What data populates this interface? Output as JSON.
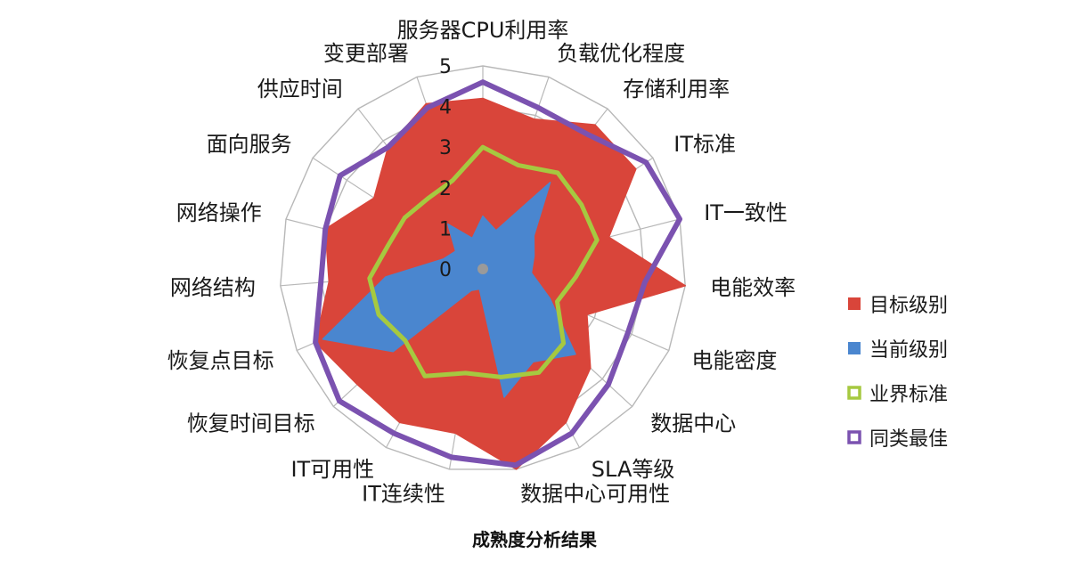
{
  "caption": "成熟度分析结果",
  "chart_data": {
    "type": "radar",
    "title": "",
    "rmin": 0,
    "rmax": 5,
    "tick_labels": [
      "0",
      "1",
      "2",
      "3",
      "4",
      "5"
    ],
    "categories": [
      "服务器CPU利用率",
      "负载优化程度",
      "存储利用率",
      "IT标准",
      "IT一致性",
      "电能效率",
      "电能密度",
      "数据中心",
      "SLA等级",
      "数据中心可用性",
      "IT连续性",
      "IT可用性",
      "恢复时间目标",
      "恢复点目标",
      "网络结构",
      "网络操作",
      "面向服务",
      "供应时间",
      "变更部署"
    ],
    "series": [
      {
        "name": "目标级别",
        "type": "area",
        "color": "#d9453a",
        "values": [
          4.2,
          3.9,
          4.5,
          4.5,
          3.2,
          5.0,
          2.8,
          3.6,
          4.3,
          5.0,
          4.1,
          4.3,
          4.2,
          4.5,
          3.8,
          4.0,
          3.2,
          3.8,
          4.3
        ]
      },
      {
        "name": "当前级别",
        "type": "area",
        "color": "#4a86cf",
        "values": [
          1.3,
          1.0,
          2.7,
          1.5,
          1.3,
          1.2,
          1.8,
          3.1,
          2.6,
          3.2,
          0.5,
          0.6,
          3.0,
          4.3,
          2.4,
          1.0,
          0.8,
          1.4,
          0.8
        ]
      },
      {
        "name": "业界标准",
        "type": "line",
        "color": "#a6c940",
        "values": [
          3.0,
          2.7,
          3.0,
          2.9,
          2.9,
          2.3,
          2.0,
          2.7,
          2.9,
          2.7,
          2.6,
          3.0,
          2.6,
          2.8,
          2.8,
          2.4,
          2.3,
          2.2,
          2.3
        ]
      },
      {
        "name": "同类最佳",
        "type": "line",
        "color": "#7b52b0",
        "values": [
          4.6,
          4.2,
          4.2,
          4.8,
          5.0,
          4.0,
          3.9,
          4.2,
          4.6,
          4.9,
          4.7,
          4.6,
          4.8,
          4.5,
          4.0,
          4.0,
          4.2,
          3.8,
          4.2
        ]
      }
    ],
    "legend": "right",
    "grid": true
  }
}
